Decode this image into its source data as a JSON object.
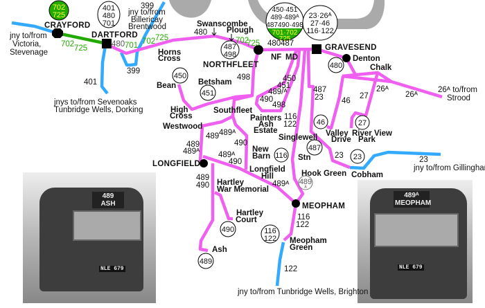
{
  "colors": {
    "route": "#f060f0",
    "connection": "#33aaff",
    "green_line": "#22aa00",
    "river": "#aaaaaa"
  },
  "places": {
    "crayford": "CRAYFORD",
    "dartford": "DARTFORD",
    "swanscombe": "Swanscombe",
    "plough": "Plough",
    "horns": "Horns",
    "cross": "Cross",
    "northfleet": "NORTHFLEET",
    "nf": "NF",
    "md": "MD",
    "gravesend": "GRAVESEND",
    "denton": "Denton",
    "chalk": "Chalk",
    "bean": "Bean",
    "betsham": "Betsham",
    "high": "High",
    "high_cross": "Cross",
    "southfleet": "Southfleet",
    "westwood": "Westwood",
    "painters": "Painters",
    "ash_line": "Ash",
    "estate": "Estate",
    "new": "New",
    "barn": "Barn",
    "singlewell": "Singlewell",
    "stn": "Stn",
    "valley": "Valley",
    "drive": "Drive",
    "river_view": "River View",
    "park": "Park",
    "longfield": "LONGFIELD",
    "longfield_l1": "Longfield",
    "hill": "Hill",
    "hook_green": "Hook Green",
    "cobham": "Cobham",
    "hartley": "Hartley",
    "war_memorial": "War Memorial",
    "meopham": "MEOPHAM",
    "hartley2": "Hartley",
    "court": "Court",
    "meopham_l1": "Meopham",
    "green": "Green",
    "ash": "Ash"
  },
  "notes": {
    "victoria": [
      "jny to/from",
      "Victoria,",
      "Stevenage"
    ],
    "billericay": [
      "399",
      "jny to/from",
      "Billericay",
      "Brentwood"
    ],
    "r399": "399",
    "r401": "401",
    "sevenoaks": [
      "jnys to/from Sevenoaks",
      "Tunbridge Wells, Dorking"
    ],
    "strood": [
      "26ᴬ to/from",
      "Strood"
    ],
    "gillingham": "jny to/from Gillingham",
    "r23": "23",
    "brighton": "jny to/from Tunbridge Wells, Brighton",
    "r122": "122"
  },
  "route_labels": {
    "g702a": "702",
    "g725a": "725",
    "d480": "480",
    "d701": "701",
    "g702b": "702",
    "g725b": "725",
    "s480": "480",
    "g702c": "702",
    "g725c": "725",
    "n480": "480",
    "n487": "487",
    "l498": "498",
    "l450": "450",
    "l451": "451",
    "l489": "489/ᴬ",
    "l490": "490",
    "l498b": "498",
    "l487": "487",
    "l23": "23",
    "l46": "46",
    "l27": "27",
    "l26a": "26ᴬ",
    "l26b": "26ᴬ",
    "l116": "116",
    "l122": "122",
    "w489": "489",
    "w489a": "489ᴬ",
    "ww489": "489",
    "ww489a": "489ᴬ",
    "nb490": "490",
    "lf489a": "489ᴬ",
    "lf490": "490",
    "lg489": "489",
    "lg490": "490",
    "lh489a": "489ᴬ",
    "c23": "23",
    "m116": "116",
    "m122": "122"
  },
  "route_circles": {
    "crayford": [
      "702",
      "725"
    ],
    "dartford": [
      "401",
      "480",
      "701"
    ],
    "northfleet": [
      "487",
      "498"
    ],
    "gravesend_a": [
      "450·451",
      "489·489ᴬ",
      "487490·498"
    ],
    "gravesend_a_green": [
      "701·702",
      "725"
    ],
    "gravesend_b": [
      "23·26ᴬ",
      "27·46",
      "116·122"
    ],
    "bean": "450",
    "betsham": "451",
    "denton": "480",
    "valley": "46",
    "riverview": "27",
    "singlewell": "487",
    "newbarn": "116",
    "cobham": "23",
    "hookgreen": [
      "489",
      "ᴬ"
    ],
    "hartleycourt": "490",
    "meophamgreen": [
      "116",
      "122"
    ],
    "ash": "489"
  },
  "photos": {
    "left": {
      "blind_route": "489",
      "blind_dest": "ASH",
      "plate": "NLE 679"
    },
    "right": {
      "blind_route": "489ᴬ",
      "blind_dest": "MEOPHAM",
      "plate": "NLE 679"
    }
  }
}
